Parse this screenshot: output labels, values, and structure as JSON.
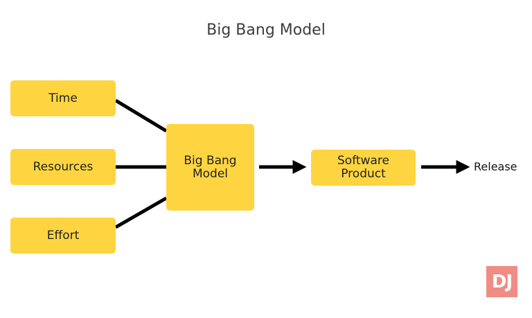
{
  "diagram": {
    "title": "Big Bang Model",
    "inputs": {
      "time": "Time",
      "resources": "Resources",
      "effort": "Effort"
    },
    "center": "Big Bang\nModel",
    "product": "Software\nProduct",
    "release": "Release"
  },
  "logo": {
    "text": "DJ"
  },
  "colors": {
    "box_fill": "#fed541",
    "connector": "#000000",
    "logo_bg": "#f08c84"
  }
}
